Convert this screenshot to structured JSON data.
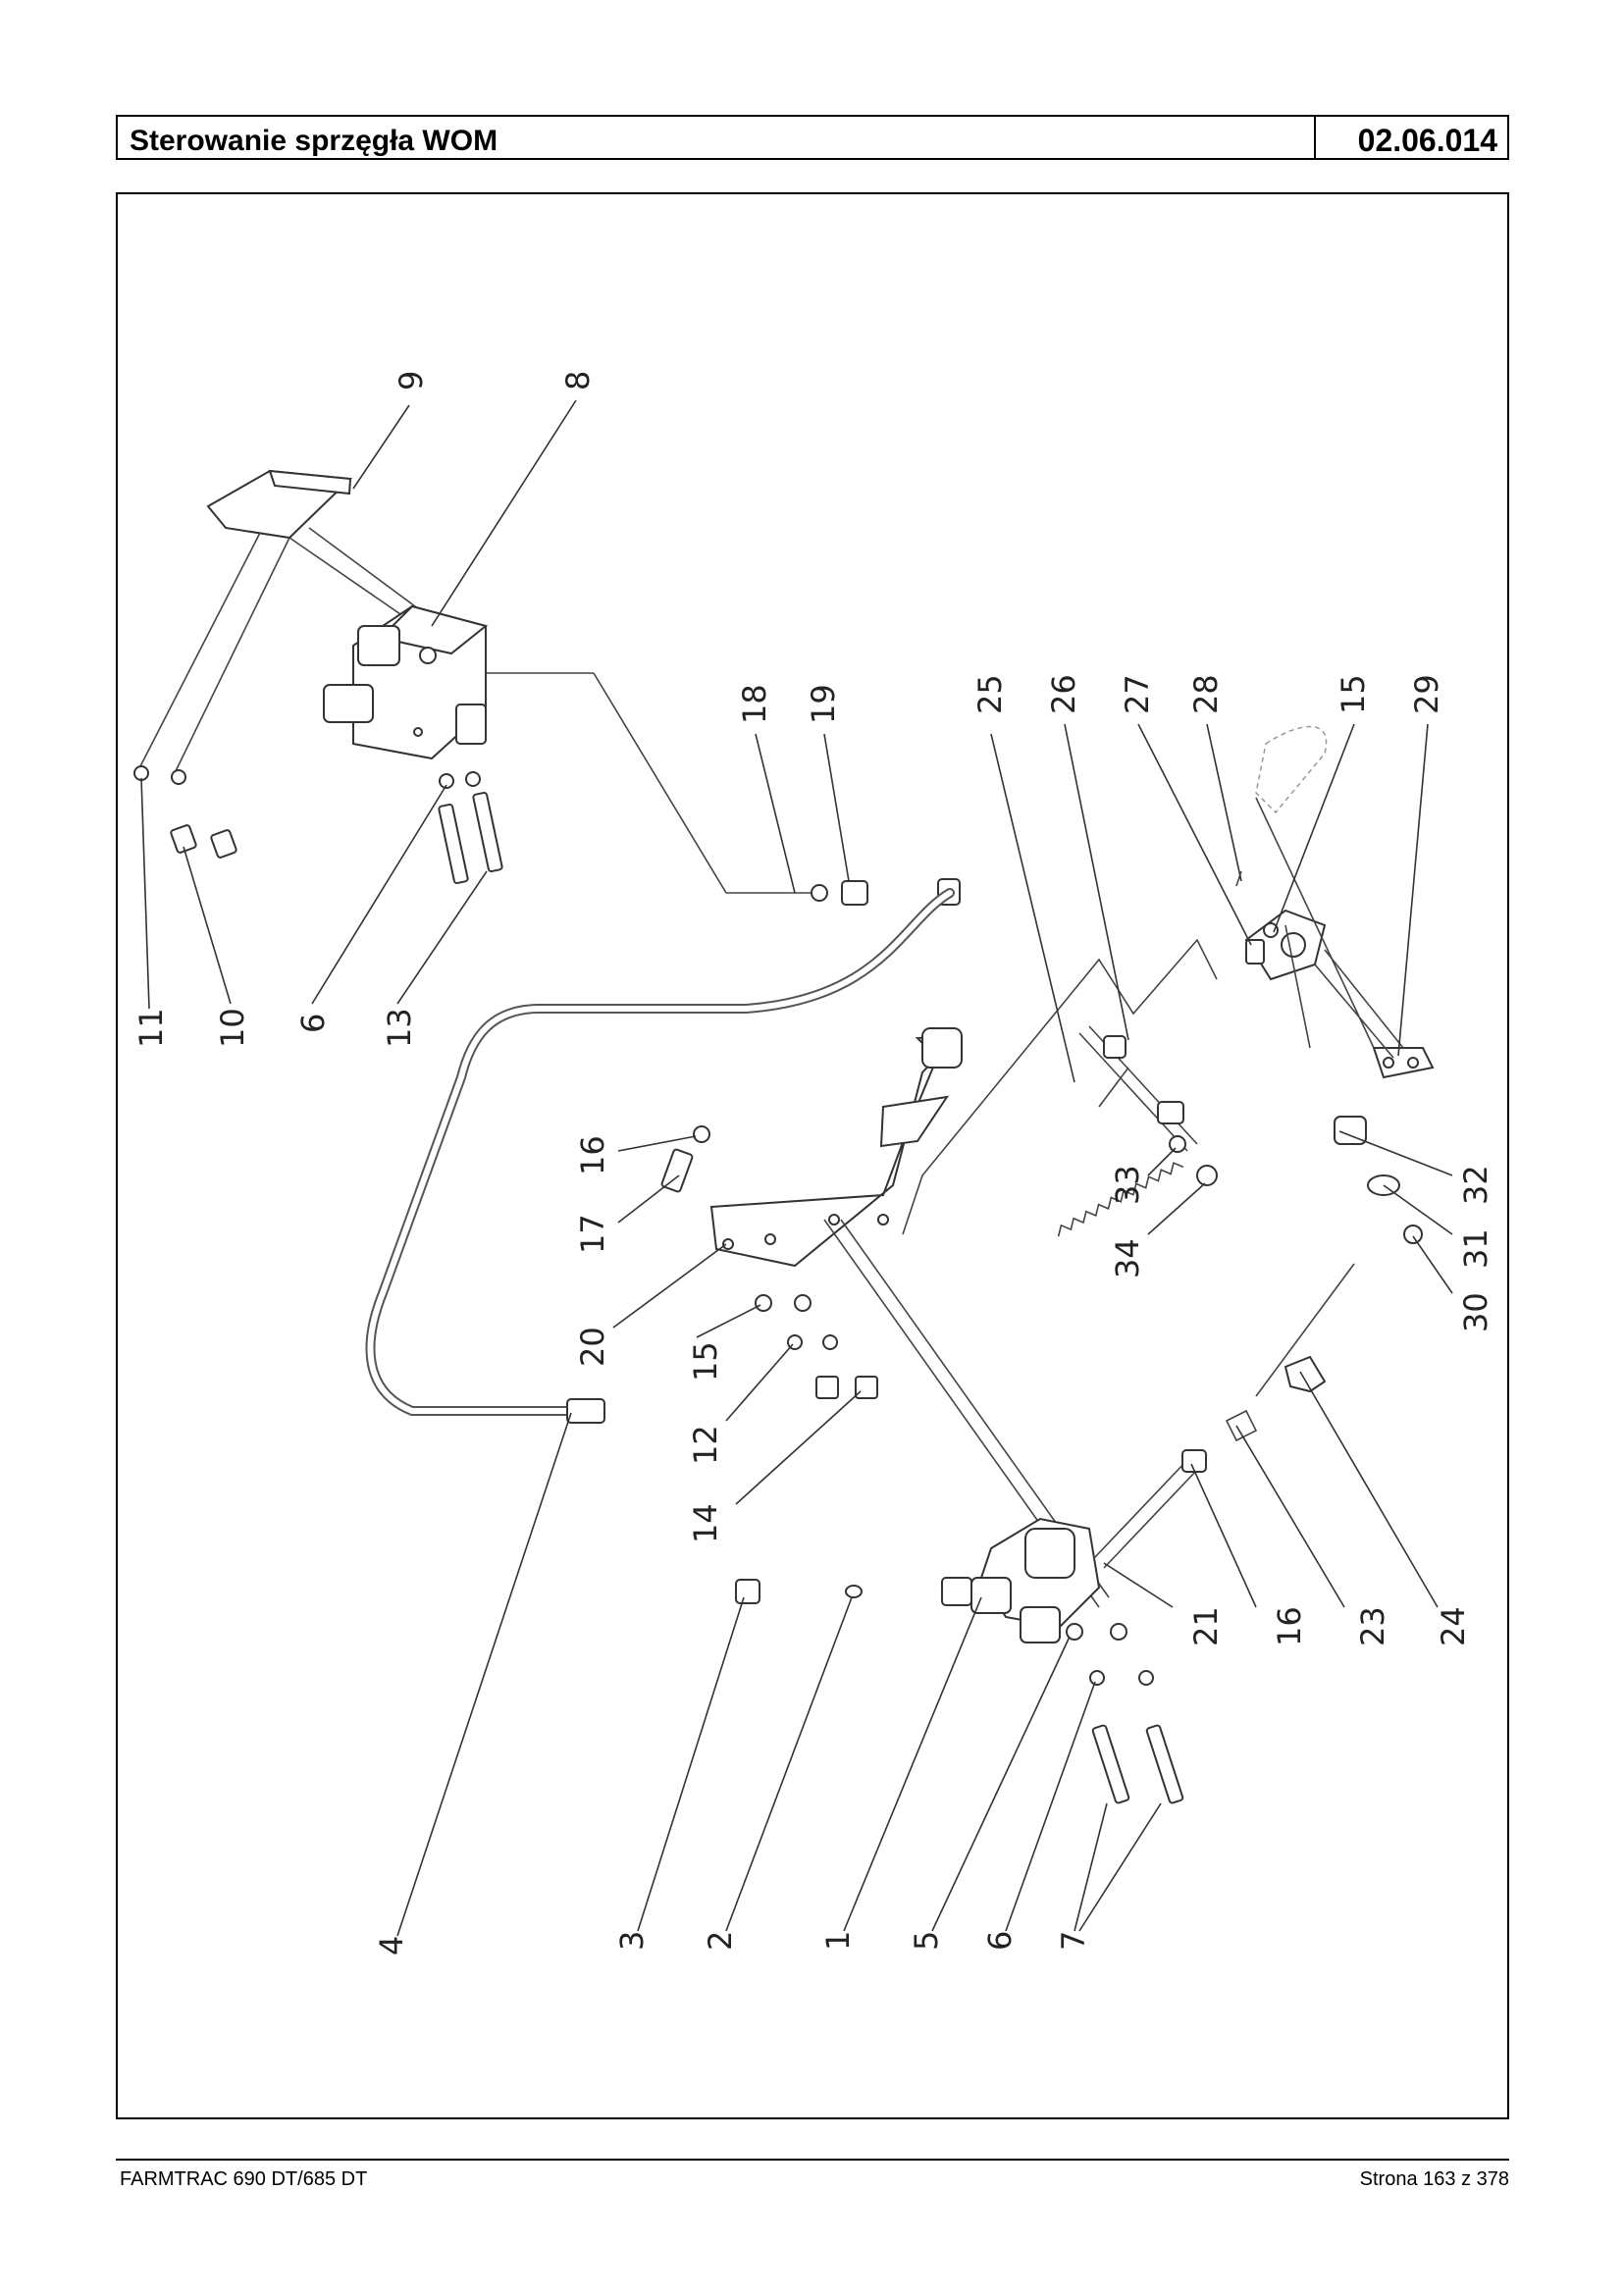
{
  "header": {
    "title": "Sterowanie sprzęgła WOM",
    "code": "02.06.014"
  },
  "diagram": {
    "callouts": [
      "9",
      "8",
      "18",
      "19",
      "25",
      "26",
      "27",
      "28",
      "15",
      "29",
      "11",
      "10",
      "6",
      "13",
      "16",
      "17",
      "34",
      "33",
      "32",
      "31",
      "30",
      "20",
      "15",
      "12",
      "14",
      "21",
      "16",
      "23",
      "24",
      "4",
      "3",
      "2",
      "1",
      "5",
      "6",
      "7"
    ]
  },
  "footer": {
    "left": "FARMTRAC 690 DT/685 DT",
    "right": "Strona 163 z 378"
  }
}
